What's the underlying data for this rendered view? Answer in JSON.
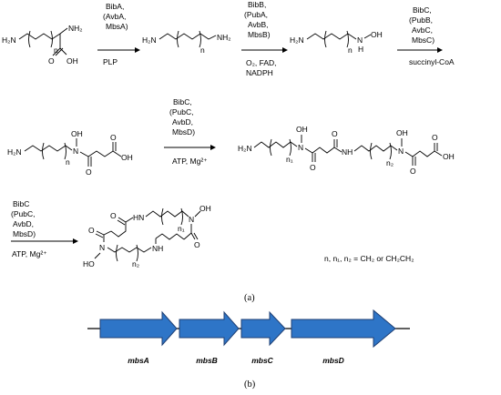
{
  "panel_labels": {
    "a": "(a)",
    "b": "(b)"
  },
  "steps": [
    {
      "above": [
        "BibA,",
        "(AvbA,",
        "MbsA)"
      ],
      "below": [
        "PLP"
      ]
    },
    {
      "above": [
        "BibB,",
        "(PubA,",
        "AvbB,",
        "MbsB)"
      ],
      "below": [
        "O₂, FAD,",
        "NADPH"
      ]
    },
    {
      "above": [
        "BibC,",
        "(PubB,",
        "AvbC,",
        "MbsC)"
      ],
      "below": [
        "succinyl-CoA"
      ]
    },
    {
      "above": [
        "BibC,",
        "(PubC,",
        "AvbD,",
        "MbsD)"
      ],
      "below": [
        "ATP, Mg²⁺"
      ]
    },
    {
      "above": [
        "BibC",
        "(PubC,",
        "AvbD,",
        "MbsD)"
      ],
      "below": [
        "ATP, Mg²⁺"
      ]
    }
  ],
  "atoms": {
    "h2n": "H₂N",
    "nh2": "NH₂",
    "n": "N",
    "nh": "NH",
    "hn": "HN",
    "h": "H",
    "oh": "OH",
    "ho": "HO",
    "o": "O",
    "n_index": "n",
    "n1_index": "n₁",
    "n2_index": "n₂"
  },
  "definition": "n, n₁, n₂ = CH₂ or CH₂CH₂",
  "genes": [
    {
      "name": "mbsA",
      "color": "#2e75c7"
    },
    {
      "name": "mbsB",
      "color": "#2e75c7"
    },
    {
      "name": "mbsC",
      "color": "#2e75c7"
    },
    {
      "name": "mbsD",
      "color": "#2e75c7"
    }
  ],
  "gene_outline": "#1f3f73"
}
